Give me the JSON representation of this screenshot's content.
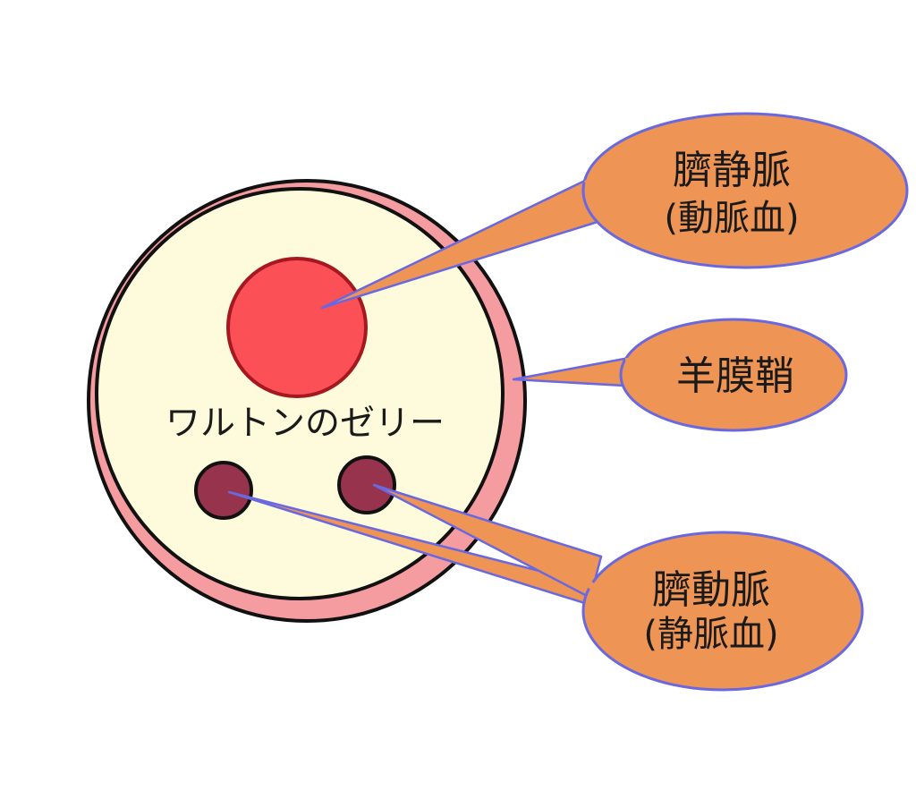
{
  "colors": {
    "background": "#ffffff",
    "amniotic_sheath": "#f59ca0",
    "whartons_jelly": "#fdfbdc",
    "outline": "#111111",
    "umbilical_vein": "#fb5056",
    "umbilical_vein_outline": "#a51820",
    "umbilical_artery": "#97334c",
    "callout_fill": "#ee9455",
    "callout_stroke": "#6a68e0"
  },
  "labels": {
    "jelly": "ワルトンのゼリー",
    "vein_title": "臍静脈",
    "vein_note": "(動脈血)",
    "sheath": "羊膜鞘",
    "artery_title": "臍動脈",
    "artery_note": "(静脈血)"
  }
}
